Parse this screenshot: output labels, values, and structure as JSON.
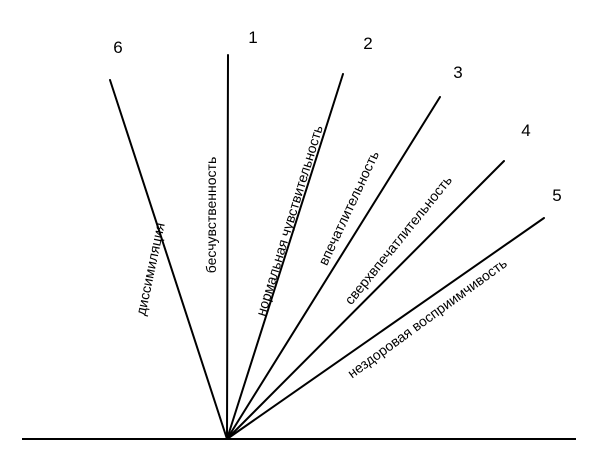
{
  "diagram": {
    "rays": [
      {
        "id": "6",
        "number": "6",
        "label": "диссимиляция"
      },
      {
        "id": "1",
        "number": "1",
        "label": "бесчувственность"
      },
      {
        "id": "2",
        "number": "2",
        "label": "нормальная чувствительность"
      },
      {
        "id": "3",
        "number": "3",
        "label": "впечатлительность"
      },
      {
        "id": "4",
        "number": "4",
        "label": "сверхвпечатлительность"
      },
      {
        "id": "5",
        "number": "5",
        "label": "нездоровая восприимчивость"
      }
    ]
  }
}
